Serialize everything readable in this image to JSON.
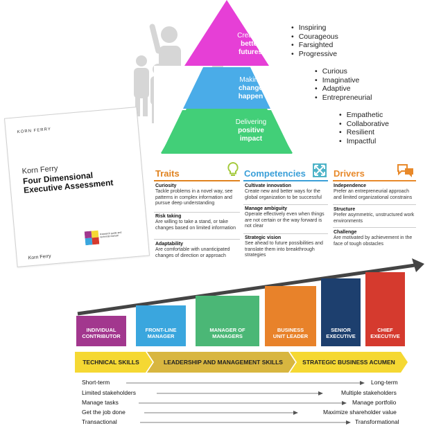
{
  "pyramid": {
    "levels": [
      {
        "line1": "Creating",
        "line2": "better",
        "line3": "futures",
        "color": "#e63fd6",
        "bullets": [
          "Inspiring",
          "Courageous",
          "Farsighted",
          "Progressive"
        ]
      },
      {
        "line1": "Making",
        "line2": "change",
        "line3": "happen",
        "color": "#4aace8",
        "bullets": [
          "Curious",
          "Imaginative",
          "Adaptive",
          "Entrepreneurial"
        ]
      },
      {
        "line1": "Delivering",
        "line2": "positive",
        "line3": "impact",
        "color": "#42cf78",
        "bullets": [
          "Empathetic",
          "Collaborative",
          "Resilient",
          "Impactful"
        ]
      }
    ]
  },
  "cover": {
    "brand": "KORN FERRY",
    "company": "Korn Ferry",
    "title": "Four Dimensional Executive Assessment",
    "subtitle": "Research guide and technical manual"
  },
  "columns": [
    {
      "title": "Traits",
      "color": "#e0821e",
      "icon": "lightbulb-icon",
      "items": [
        {
          "head": "Curiosity",
          "text": "Tackle problems in a novel way, see patterns in complex information and pursue deep understanding"
        },
        {
          "head": "Risk taking",
          "text": "Are willing to take a stand, or take changes based on limited information"
        },
        {
          "head": "Adaptability",
          "text": "Are comfortable with unanticipated changes of direction or approach"
        }
      ]
    },
    {
      "title": "Competencies",
      "color": "#3a9fd8",
      "icon": "expand-arrows-icon",
      "items": [
        {
          "head": "Cultivate innovation",
          "text": "Create new and better ways for the global organization to be successful"
        },
        {
          "head": "Manage ambiguity",
          "text": "Operate effectively even when things are not certain or the way forward is not clear"
        },
        {
          "head": "Strategic vision",
          "text": "See ahead to future possibilities and translate them into breakthrough strategies"
        }
      ]
    },
    {
      "title": "Drivers",
      "color": "#e8892a",
      "icon": "chat-bubbles-icon",
      "items": [
        {
          "head": "Independence",
          "text": "Prefer an entrepreneurial approach and limited organizational constrains"
        },
        {
          "head": "Structure",
          "text": "Prefer asymmetric, unstructured work environments"
        },
        {
          "head": "Challenge",
          "text": "Are motivated by achievement in the face of tough obstacles"
        }
      ]
    }
  ],
  "career": {
    "levels": [
      {
        "label1": "INDIVIDUAL",
        "label2": "CONTRIBUTOR",
        "color": "#a2378e"
      },
      {
        "label1": "FRONT-LINE",
        "label2": "MANAGER",
        "color": "#3aa6de"
      },
      {
        "label1": "MANAGER OF",
        "label2": "MANAGERS",
        "color": "#4bb776"
      },
      {
        "label1": "BUSINESS",
        "label2": "UNIT LEADER",
        "color": "#e8822a"
      },
      {
        "label1": "SENIOR",
        "label2": "EXECUTIVE",
        "color": "#1d3f6e"
      },
      {
        "label1": "CHIEF",
        "label2": "EXECUTIVE",
        "color": "#d53a2e"
      }
    ],
    "skills": [
      "TECHNICAL SKILLS",
      "LEADERSHIP AND MANAGEMENT SKILLS",
      "STRATEGIC BUSINESS ACUMEN"
    ],
    "skill_colors": [
      "#f5d833",
      "#d8b640",
      "#f5d833"
    ]
  },
  "scales": [
    {
      "left": "Short-term",
      "right": "Long-term"
    },
    {
      "left": "Limited stakeholders",
      "right": "Multiple stakeholders"
    },
    {
      "left": "Manage tasks",
      "right": "Manage portfolio"
    },
    {
      "left": "Get the job done",
      "right": "Maximize shareholder value"
    },
    {
      "left": "Transactional",
      "right": "Transformational"
    }
  ]
}
